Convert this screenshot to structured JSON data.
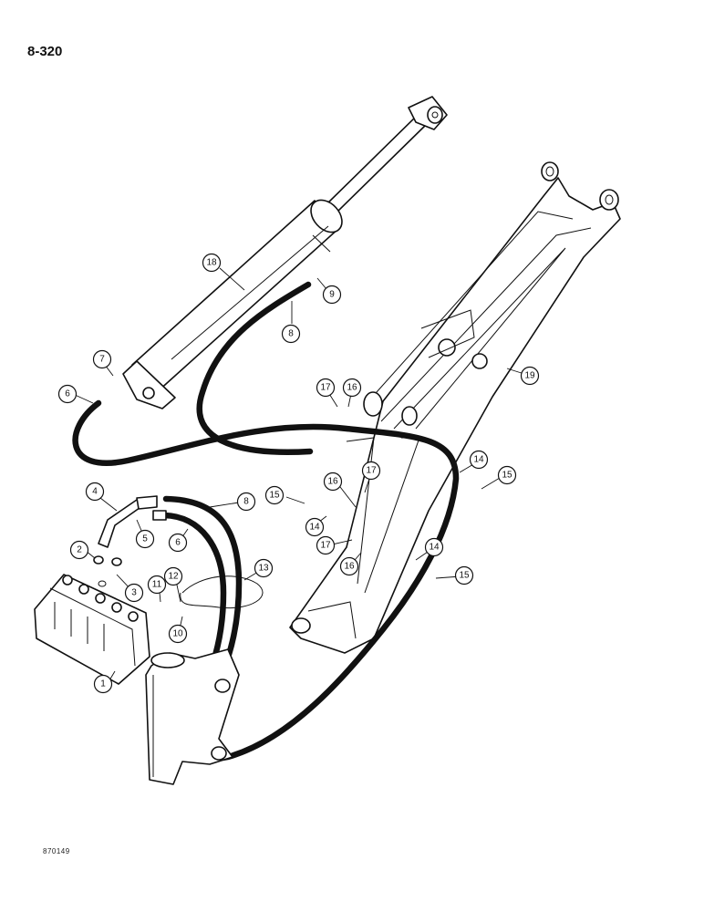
{
  "page_number": "8-320",
  "figure_code": "870149",
  "callouts": [
    "1",
    "2",
    "3",
    "4",
    "5",
    "6",
    "7",
    "8",
    "9",
    "10",
    "11",
    "12",
    "13",
    "14",
    "15",
    "16",
    "17",
    "18",
    "19"
  ]
}
